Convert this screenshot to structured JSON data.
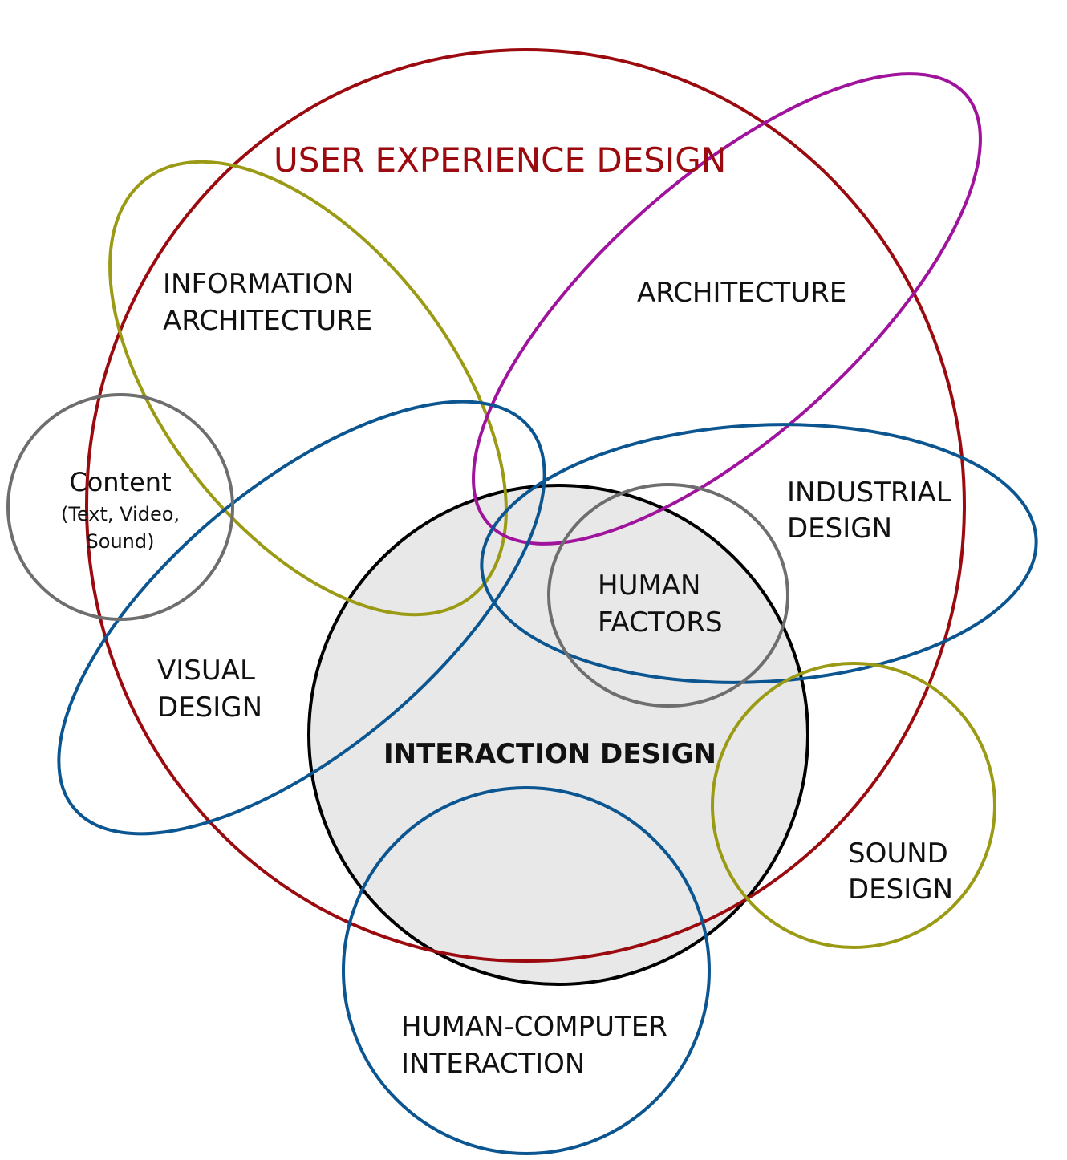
{
  "diagram": {
    "title": "USER EXPERIENCE DESIGN",
    "colors": {
      "ux": "#9b0a0e",
      "info_arch": "#9a9a14",
      "architecture": "#a0139c",
      "visual": "#0b5591",
      "industrial": "#0b5591",
      "hci": "#0b5591",
      "content": "#6e6e6e",
      "human_factors": "#6e6e6e",
      "interaction": "#000000",
      "interaction_fill": "#e8e8e8",
      "sound": "#9a9a14"
    },
    "labels": {
      "info_arch_line1": "INFORMATION",
      "info_arch_line2": "ARCHITECTURE",
      "architecture": "ARCHITECTURE",
      "content_line1": "Content",
      "content_line2": "(Text, Video,",
      "content_line3": "Sound)",
      "industrial_line1": "INDUSTRIAL",
      "industrial_line2": "DESIGN",
      "human_factors_line1": "HUMAN",
      "human_factors_line2": "FACTORS",
      "visual_line1": "VISUAL",
      "visual_line2": "DESIGN",
      "interaction": "INTERACTION DESIGN",
      "sound_line1": "SOUND",
      "sound_line2": "DESIGN",
      "hci_line1": "HUMAN-COMPUTER",
      "hci_line2": "INTERACTION"
    }
  }
}
